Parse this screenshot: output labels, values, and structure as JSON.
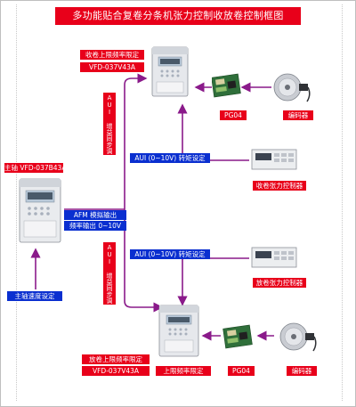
{
  "title": "多功能贴合复卷分条机张力控制收放卷控制框图",
  "labels": {
    "winder_speed_limit_top": "收卷上限频率限定",
    "winder_model_top": "VFD-037V43A",
    "pg04_top": "PG04",
    "encoder_top": "编码器",
    "aui_sync_top": "AUI 增益同步调",
    "aui_tension_top": "AUI (0~10V) 转矩设定",
    "winder_tension_controller": "收卷张力控制器",
    "main_drive_model": "主轴 VFD-037B43A",
    "afm_output": "AFM 模拟输出",
    "freq_output": "频率输出 0~10V",
    "aui_tension_bottom": "AUI (0~10V) 转矩设定",
    "aui_sync_bottom": "AUI 增益同步调",
    "unwinder_tension_controller": "放卷张力控制器",
    "main_speed_set": "主轴速度设定",
    "unwinder_speed_limit_bottom": "放卷上限频率限定",
    "unwinder_model_bottom": "VFD-037V43A",
    "upper_limit_bottom": "上限频率限定",
    "pg04_bottom": "PG04",
    "encoder_bottom": "编码器"
  },
  "colors": {
    "label_red": "#e8001a",
    "label_blue": "#0a2fd0",
    "line": "#8a1a8a"
  }
}
